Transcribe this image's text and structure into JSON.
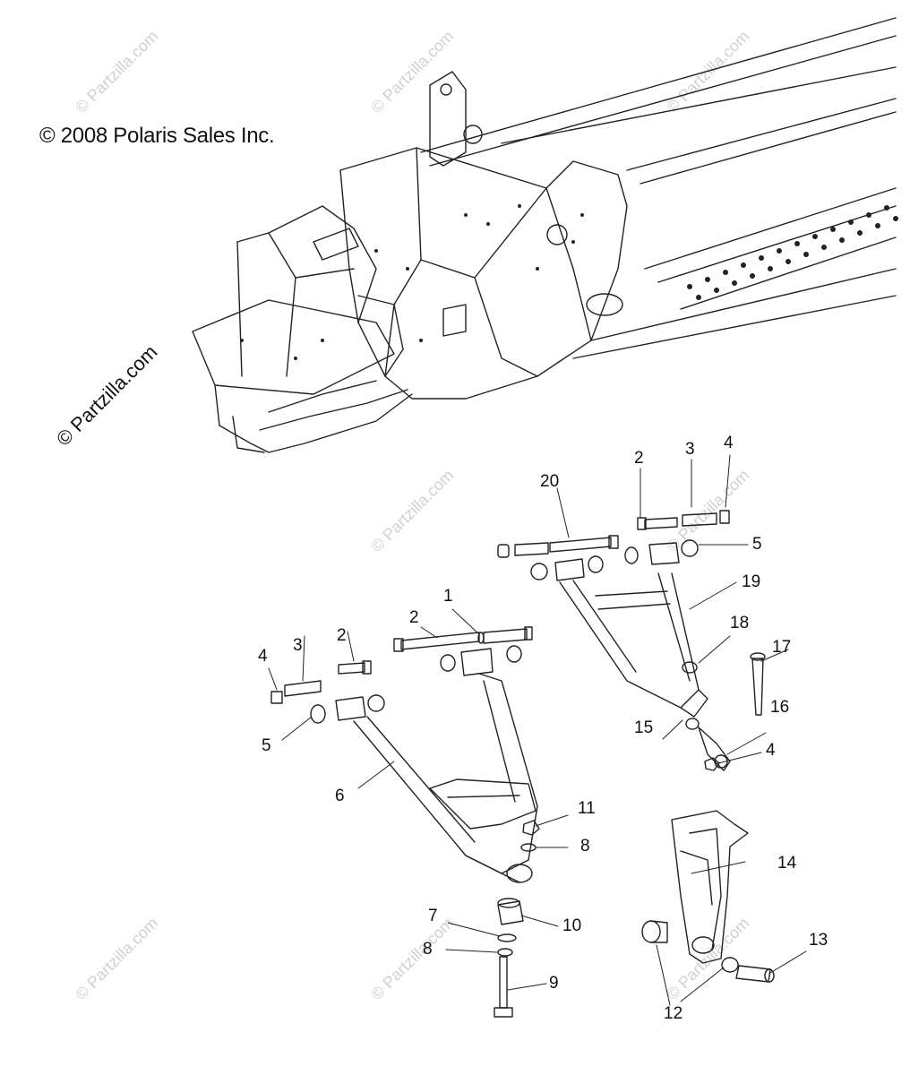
{
  "copyright": "© 2008 Polaris Sales Inc.",
  "side_watermark": "© Partzilla.com",
  "faint_watermark": "© Partzilla.com",
  "callouts": [
    {
      "id": "c20",
      "text": "20"
    },
    {
      "id": "c2a",
      "text": "2"
    },
    {
      "id": "c3a",
      "text": "3"
    },
    {
      "id": "c4a",
      "text": "4"
    },
    {
      "id": "c5a",
      "text": "5"
    },
    {
      "id": "c19",
      "text": "19"
    },
    {
      "id": "c18",
      "text": "18"
    },
    {
      "id": "c17",
      "text": "17"
    },
    {
      "id": "c16",
      "text": "16"
    },
    {
      "id": "c15",
      "text": "15"
    },
    {
      "id": "c4b",
      "text": "4"
    },
    {
      "id": "c1",
      "text": "1"
    },
    {
      "id": "c2b",
      "text": "2"
    },
    {
      "id": "c2c",
      "text": "2"
    },
    {
      "id": "c3b",
      "text": "3"
    },
    {
      "id": "c4c",
      "text": "4"
    },
    {
      "id": "c5b",
      "text": "5"
    },
    {
      "id": "c6",
      "text": "6"
    },
    {
      "id": "c11",
      "text": "11"
    },
    {
      "id": "c8a",
      "text": "8"
    },
    {
      "id": "c14",
      "text": "14"
    },
    {
      "id": "c10",
      "text": "10"
    },
    {
      "id": "c7",
      "text": "7"
    },
    {
      "id": "c8b",
      "text": "8"
    },
    {
      "id": "c9",
      "text": "9"
    },
    {
      "id": "c13",
      "text": "13"
    },
    {
      "id": "c12",
      "text": "12"
    }
  ]
}
